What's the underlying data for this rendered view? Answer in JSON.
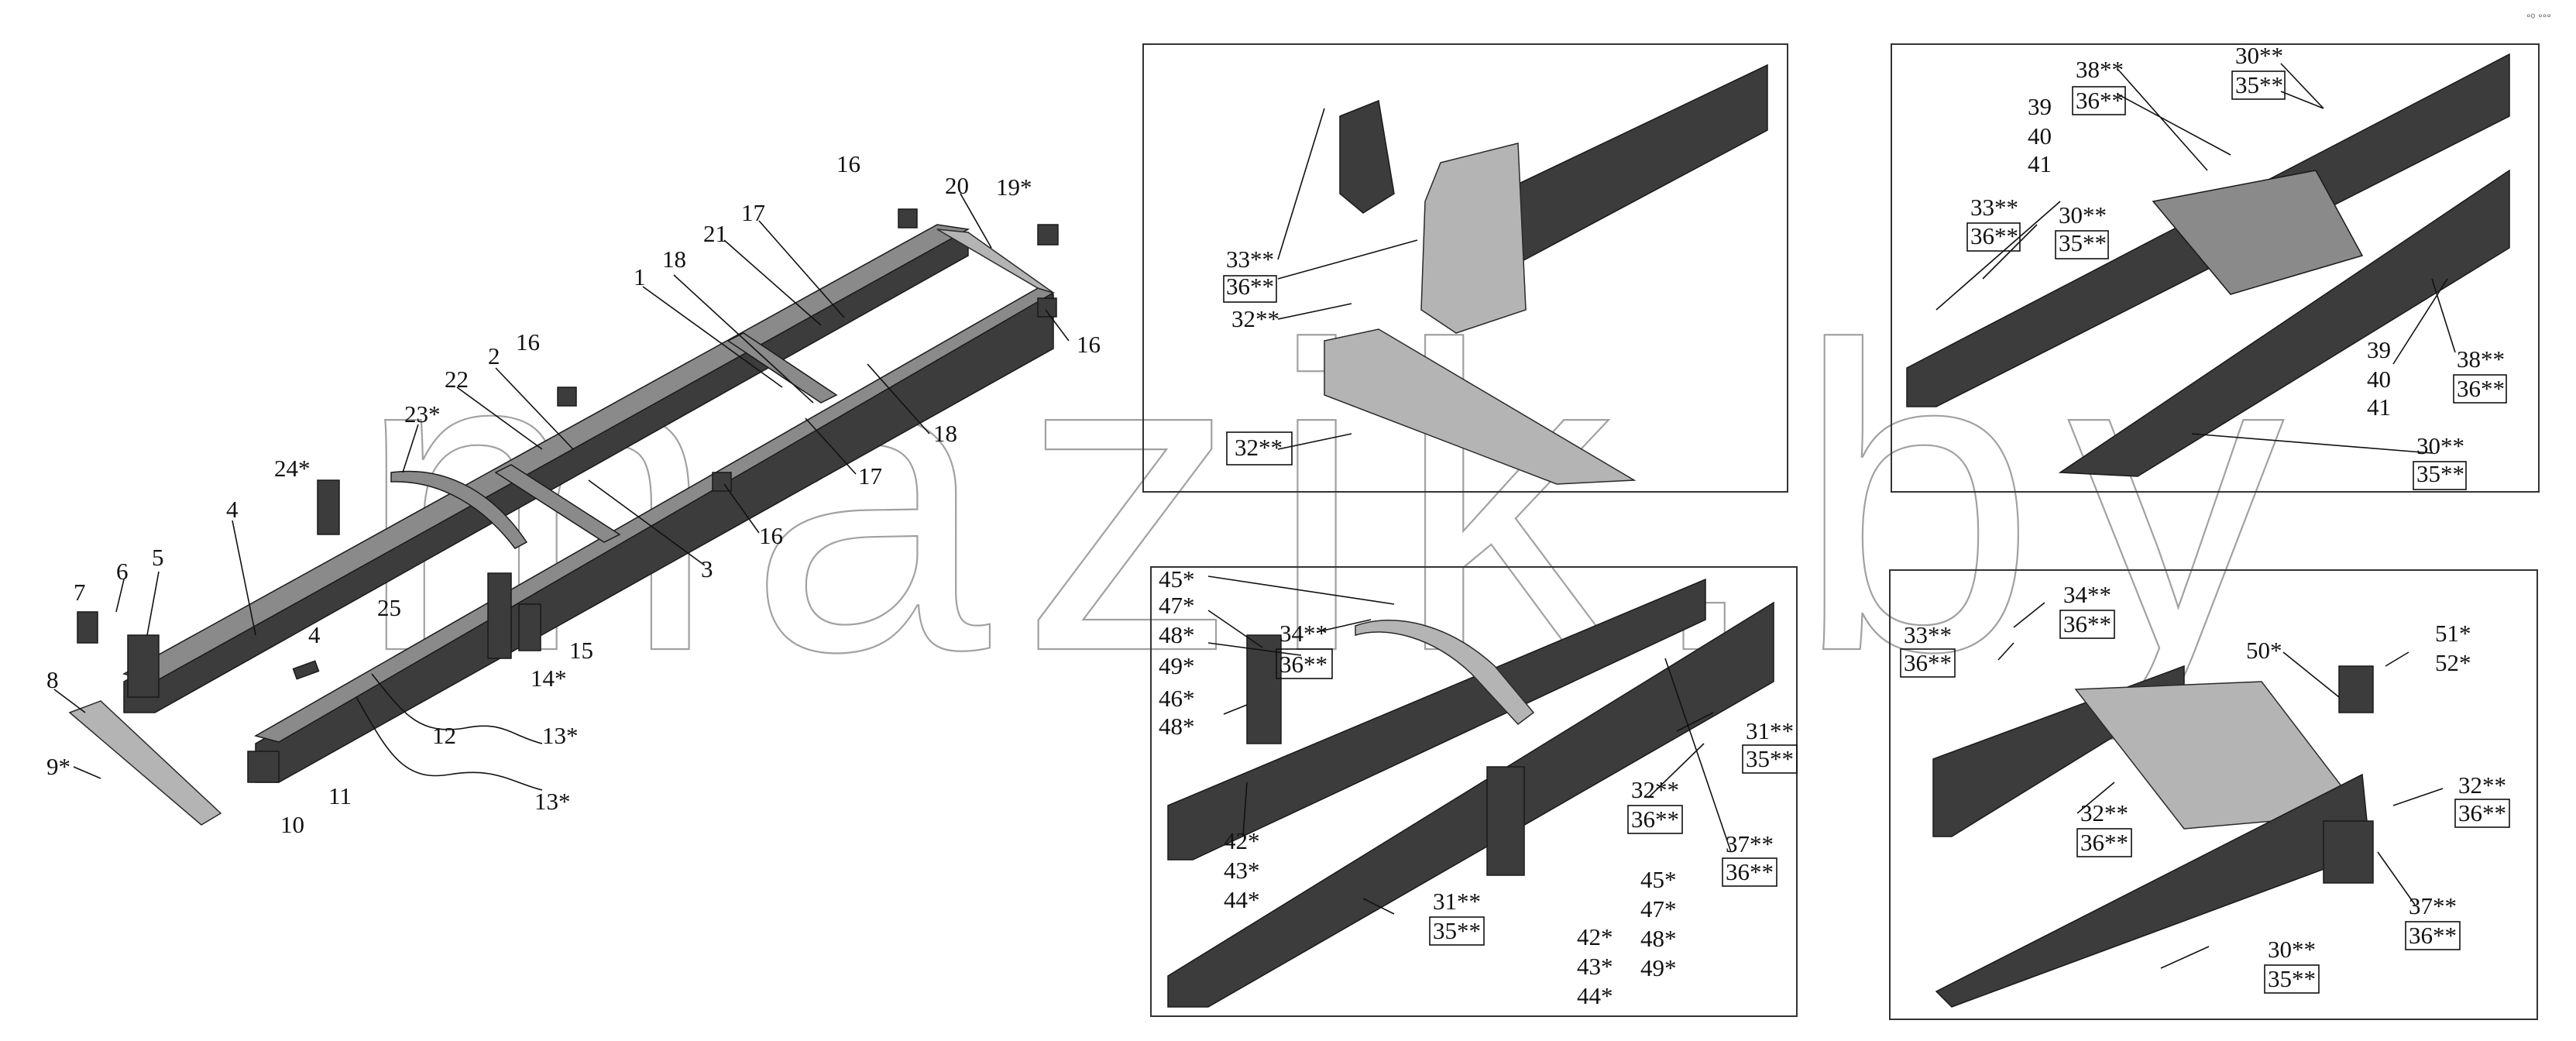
{
  "figure": "truck frame assembly exploded diagram",
  "watermark": "mazik.by",
  "corner_marks": "°⁰ °°°",
  "overview_labels": [
    {
      "id": "c1",
      "text": "1"
    },
    {
      "id": "c2",
      "text": "2"
    },
    {
      "id": "c3",
      "text": "3"
    },
    {
      "id": "c4a",
      "text": "4"
    },
    {
      "id": "c4b",
      "text": "4"
    },
    {
      "id": "c5",
      "text": "5"
    },
    {
      "id": "c6",
      "text": "6"
    },
    {
      "id": "c7",
      "text": "7"
    },
    {
      "id": "c8",
      "text": "8"
    },
    {
      "id": "c9",
      "text": "9*"
    },
    {
      "id": "c10",
      "text": "10"
    },
    {
      "id": "c11",
      "text": "11"
    },
    {
      "id": "c12",
      "text": "12"
    },
    {
      "id": "c13a",
      "text": "13*"
    },
    {
      "id": "c13b",
      "text": "13*"
    },
    {
      "id": "c14",
      "text": "14*"
    },
    {
      "id": "c15",
      "text": "15"
    },
    {
      "id": "c16a",
      "text": "16"
    },
    {
      "id": "c16b",
      "text": "16"
    },
    {
      "id": "c16c",
      "text": "16"
    },
    {
      "id": "c16d",
      "text": "16"
    },
    {
      "id": "c17a",
      "text": "17"
    },
    {
      "id": "c17b",
      "text": "17"
    },
    {
      "id": "c18a",
      "text": "18"
    },
    {
      "id": "c18b",
      "text": "18"
    },
    {
      "id": "c19",
      "text": "19*"
    },
    {
      "id": "c20",
      "text": "20"
    },
    {
      "id": "c21",
      "text": "21"
    },
    {
      "id": "c22",
      "text": "22"
    },
    {
      "id": "c23",
      "text": "23*"
    },
    {
      "id": "c24",
      "text": "24*"
    },
    {
      "id": "c25",
      "text": "25"
    }
  ],
  "inset_top_center_labels": [
    "33**",
    "36**",
    "32**",
    "32**"
  ],
  "inset_top_right_labels": [
    "38**",
    "36**",
    "30**",
    "35**",
    "39",
    "40",
    "41",
    "33**",
    "36**",
    "30**",
    "35**",
    "39",
    "40",
    "41",
    "38**",
    "36**",
    "30**",
    "35**"
  ],
  "inset_bottom_center_labels": [
    "45*",
    "47*",
    "48*",
    "49*",
    "34**",
    "36**",
    "46*",
    "48*",
    "31**",
    "35**",
    "32**",
    "36**",
    "37**",
    "36**",
    "42*",
    "43*",
    "44*",
    "31**",
    "35**",
    "45*",
    "47*",
    "48*",
    "49*",
    "42*",
    "43*",
    "44*"
  ],
  "inset_bottom_right_labels": [
    "34**",
    "36**",
    "33**",
    "36**",
    "50*",
    "51*",
    "52*",
    "32**",
    "36**",
    "32**",
    "36**",
    "37**",
    "36**",
    "30**",
    "35**"
  ]
}
